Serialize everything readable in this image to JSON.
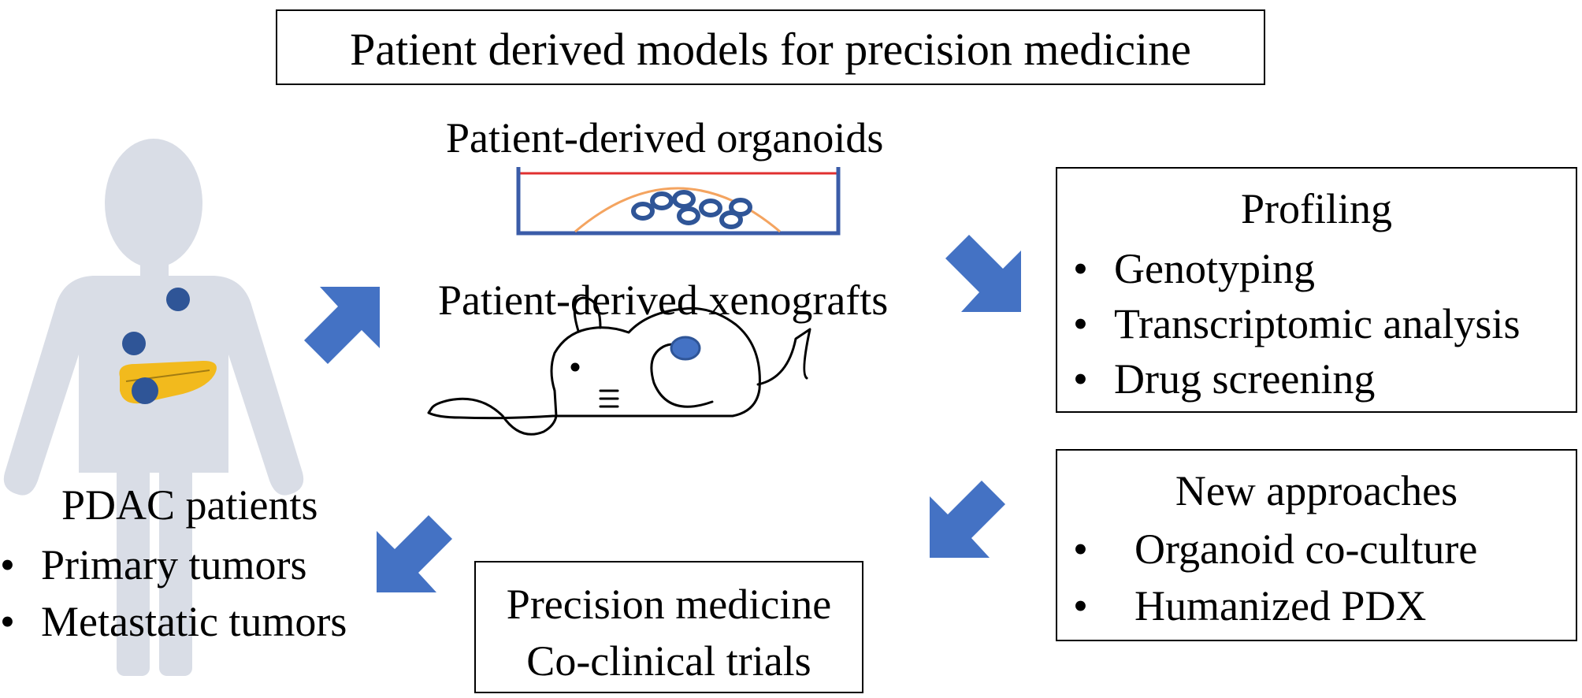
{
  "title": "Patient derived models for precision medicine",
  "organoids": {
    "label": "Patient-derived organoids"
  },
  "xenografts": {
    "label": "Patient-derived xenografts"
  },
  "patients": {
    "heading": "PDAC patients",
    "items": [
      "Primary tumors",
      "Metastatic tumors"
    ]
  },
  "profiling": {
    "heading": "Profiling",
    "items": [
      "Genotyping",
      "Transcriptomic analysis",
      "Drug screening"
    ]
  },
  "new_approaches": {
    "heading": "New approaches",
    "items": [
      "Organoid co-culture",
      "Humanized PDX"
    ]
  },
  "precision": {
    "line1": "Precision medicine",
    "line2": "Co-clinical trials"
  },
  "bullet_char": "•",
  "colors": {
    "arrow": "#4472C4",
    "silhouette": "#D9DDE6",
    "tumor": "#2F5597",
    "pancreas": "#F2BA1D",
    "dish": "#3B5CA8",
    "medium": "#E03030",
    "matrigel": "#F4A460"
  }
}
